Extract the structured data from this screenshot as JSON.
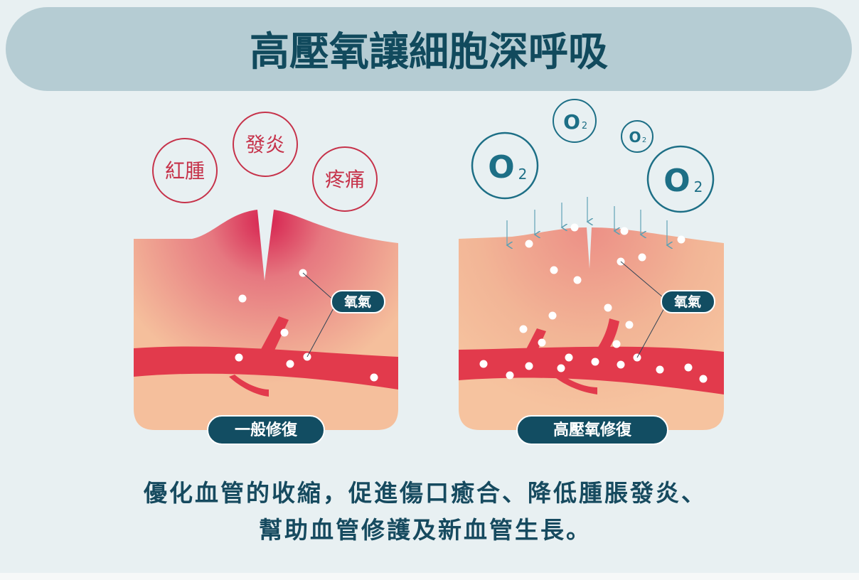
{
  "title": "高壓氧讓細胞深呼吸",
  "left_panel": {
    "symptoms": [
      "紅腫",
      "發炎",
      "疼痛"
    ],
    "oxygen_label": "氧氣",
    "label": "一般修復"
  },
  "right_panel": {
    "o2_bubbles": [
      "O",
      "2"
    ],
    "oxygen_label": "氧氣",
    "label": "高壓氧修復"
  },
  "caption": {
    "line1": "優化血管的收縮，促進傷口癒合、降低腫脹發炎、",
    "line2": "幫助血管修護及新血管生長。"
  },
  "colors": {
    "background": "#e8f0f2",
    "header": "#b5ccd3",
    "title": "#114a5d",
    "skin": "#f5bf9c",
    "inflamed": "#d8334f",
    "vessel": "#e23a4c",
    "label_bg": "#124d62"
  }
}
